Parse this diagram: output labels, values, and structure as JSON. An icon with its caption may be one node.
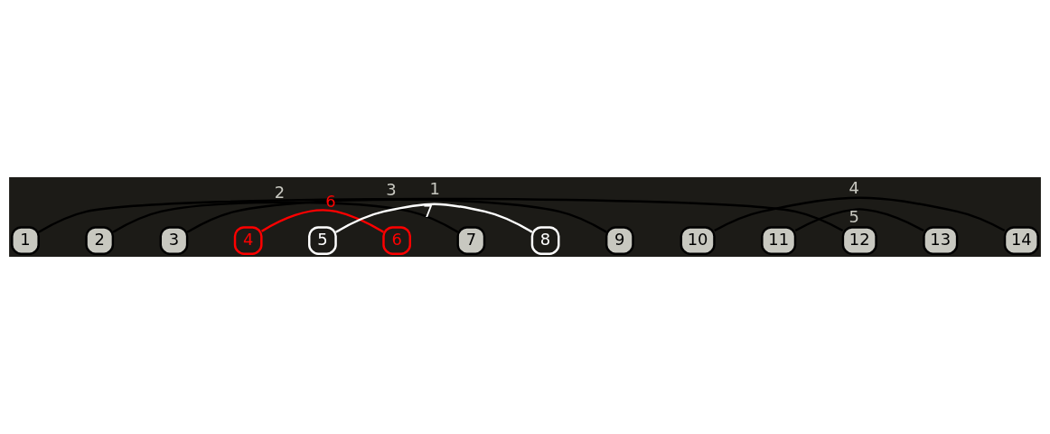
{
  "diagram": {
    "nodes": [
      {
        "text": [
          "1"
        ]
      },
      {
        "text": [
          "2"
        ]
      },
      {
        "text": [
          "3"
        ]
      },
      {
        "text": [
          "4"
        ]
      },
      {
        "text": [
          "5"
        ]
      },
      {
        "text": [
          "6"
        ]
      },
      {
        "text": [
          "7"
        ]
      },
      {
        "text": [
          "8"
        ]
      },
      {
        "text": [
          "9"
        ]
      },
      {
        "text": [
          "10"
        ]
      },
      {
        "text": [
          "11"
        ]
      },
      {
        "text": [
          "12"
        ]
      },
      {
        "text": [
          "13"
        ]
      },
      {
        "text": [
          "14"
        ]
      }
    ],
    "edges": [
      {
        "from": 0,
        "to": 11,
        "arrow": "none",
        "label": "1"
      },
      {
        "from": 1,
        "to": 6,
        "arrow": "none",
        "label": "2"
      },
      {
        "from": 2,
        "to": 8,
        "arrow": "none",
        "label": "3"
      },
      {
        "from": 9,
        "to": 13,
        "arrow": "none",
        "label": "4"
      },
      {
        "from": 10,
        "to": 12,
        "arrow": "none",
        "label": "5"
      },
      {
        "from": 3,
        "to": 5,
        "arrow": "none",
        "label": "6",
        "color": "#ff0000"
      },
      {
        "from": 4,
        "to": 7,
        "arrow": "none",
        "label": "7",
        "color": "#ffffff"
      }
    ]
  }
}
